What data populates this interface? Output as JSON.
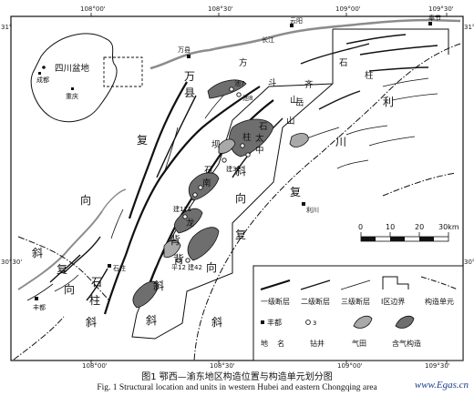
{
  "axes": {
    "top_ticks": [
      "108°00'",
      "108°30'",
      "109°00'",
      "109°30'"
    ],
    "bottom_ticks": [
      "108°00'",
      "108°30'",
      "109°00'",
      "109°30'"
    ],
    "left_ticks": [
      "31°",
      "30°30'"
    ],
    "right_ticks": [
      "31°",
      "30°30'"
    ]
  },
  "inset": {
    "label": "四川盆地",
    "cities": [
      "成都",
      "重庆"
    ]
  },
  "places": {
    "yunyang": "云阳",
    "fengjie": "奉节",
    "wanxian": "万县",
    "shizhu": "石柱",
    "lichuan": "利川",
    "fengdu": "丰都",
    "changjiang": "长江"
  },
  "units": [
    "万",
    "县",
    "复",
    "向",
    "斜",
    "方",
    "斗",
    "山",
    "石",
    "柱",
    "利",
    "川",
    "背",
    "斜",
    "复",
    "齐",
    "岳",
    "山",
    "向",
    "斜",
    "复",
    "向",
    "斜",
    "柱",
    "太",
    "石",
    "中",
    "坝",
    "南",
    "石",
    "龙",
    "石",
    "柱",
    "复",
    "向",
    "斜",
    "背",
    "斜"
  ],
  "wells": [
    "池7",
    "池8",
    "建32",
    "建111",
    "平12",
    "建42"
  ],
  "scale": {
    "ticks": [
      "0",
      "10",
      "20",
      "30km"
    ]
  },
  "legend": {
    "items": [
      "一级断层",
      "二级断层",
      "三级断层",
      "Ⅰ区边界",
      "构造单元",
      "丰都",
      "钻井",
      "气田",
      "含气构造"
    ],
    "place_name": "地    名"
  },
  "caption": {
    "cn": "图1   鄂西—渝东地区构造位置与构造单元划分图",
    "en": "Fig. 1    Structural location and units in western Hubei and eastern Chongqing area"
  },
  "watermark": "www.Egas.cn",
  "colors": {
    "river": "#8c8c8c",
    "gas_field": "#a9a9a9",
    "gas_structure": "#6e6e6e",
    "ink": "#111111"
  }
}
